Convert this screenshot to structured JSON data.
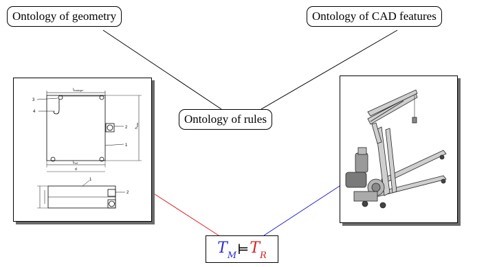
{
  "nodes": {
    "geometry": "Ontology of geometry",
    "cad_features": "Ontology of CAD features",
    "rules": "Ontology of rules"
  },
  "formula": {
    "left_symbol": "T",
    "left_sub": "M",
    "operator": "⊨",
    "right_symbol": "T",
    "right_sub": "R"
  },
  "drawing": {
    "callouts": [
      "1",
      "2",
      "3",
      "4",
      "1",
      "2"
    ],
    "dim_top": "l",
    "dim_top_sub": "Ausleger",
    "dim_bottom": "l",
    "dim_bottom_sub": "Fuß",
    "dim_bottom2": "d",
    "dim_right": "h",
    "dim_right_sub": "max"
  },
  "colors": {
    "red_link": "#e02020",
    "blue_link": "#1a1ad0",
    "tm": "#2b2bd0",
    "tr": "#d42020"
  }
}
